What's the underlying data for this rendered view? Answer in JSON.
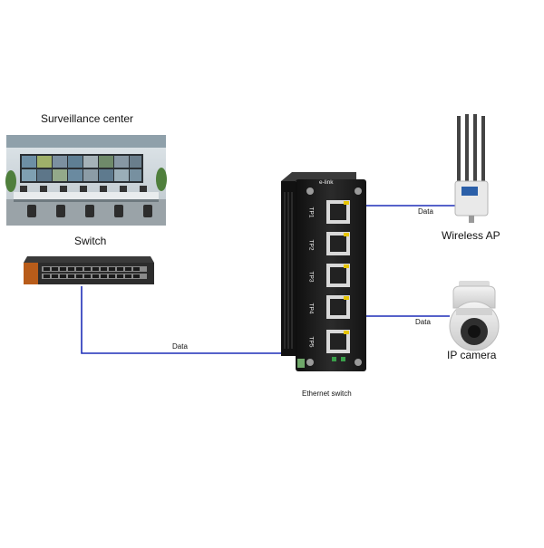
{
  "diagram": {
    "nodes": {
      "surveillance_center": {
        "label": "Surveillance center"
      },
      "switch": {
        "label": "Switch"
      },
      "ethernet_switch": {
        "label": "Ethernet switch",
        "brand": "e-link",
        "port_labels": [
          "TP1",
          "TP2",
          "TP3",
          "TP4",
          "TP5"
        ]
      },
      "wireless_ap": {
        "label": "Wireless AP"
      },
      "ip_camera": {
        "label": "IP camera"
      }
    },
    "links": [
      {
        "from": "switch",
        "to": "ethernet_switch",
        "label": "Data"
      },
      {
        "from": "ethernet_switch",
        "to": "wireless_ap",
        "label": "Data"
      },
      {
        "from": "ethernet_switch",
        "to": "ip_camera",
        "label": "Data"
      }
    ],
    "colors": {
      "link": "#1f2fb8",
      "device_body": "#1c1c1c",
      "port_led": "#e6c400"
    }
  }
}
